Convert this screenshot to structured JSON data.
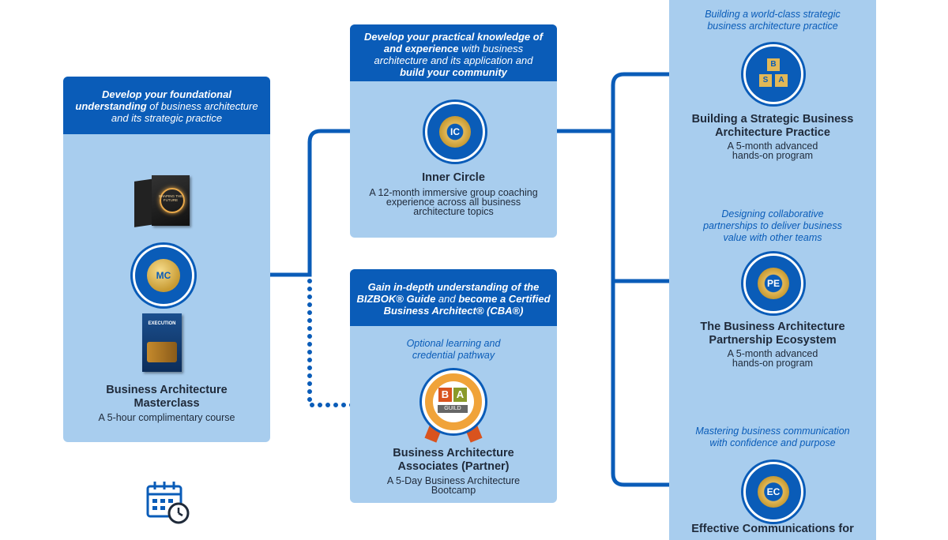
{
  "masterclass": {
    "head_b1": "Develop your foundational",
    "head_b2": "understanding",
    "head_t2": " of business architecture",
    "head_t3": "and its strategic practice",
    "badge": "MC",
    "title1": "Business Architecture",
    "title2": "Masterclass",
    "sub": "A 5-hour complimentary course",
    "book1_title": "SHAPING THE FUTURE",
    "book2_title": "EXECUTION"
  },
  "inner_circle": {
    "head_b1": "Develop your practical knowledge of",
    "head_b2": "and experience",
    "head_t2": " with business",
    "head_t3": "architecture and its application and",
    "head_b4": "build your community",
    "badge": "IC",
    "title": "Inner Circle",
    "sub1": "A 12-month immersive group coaching",
    "sub2": "experience across all business",
    "sub3": "architecture topics"
  },
  "associates": {
    "head_b1": "Gain in-depth understanding of the",
    "head_b2a": "BIZBOK® Guide",
    "head_t2b": " and ",
    "head_b2c": "become a Certified",
    "head_b3": "Business Architect® (CBA®)",
    "optional1": "Optional learning and",
    "optional2": "credential pathway",
    "badge_b": "B",
    "badge_a": "A",
    "badge_guild": "GUILD",
    "title1": "Business Architecture",
    "title2": "Associates (Partner)",
    "sub1": "A 5-Day Business Architecture",
    "sub2": "Bootcamp"
  },
  "right_col": {
    "p1_tag1": "Building a world-class strategic",
    "p1_tag2": "business architecture practice",
    "p1_title1": "Building a Strategic Business",
    "p1_title2": "Architecture Practice",
    "p1_sub1": "A 5-month advanced",
    "p1_sub2": "hands-on program",
    "p1_cube_b": "B",
    "p1_cube_s": "S",
    "p1_cube_a": "A",
    "p2_tag1": "Designing collaborative",
    "p2_tag2": "partnerships to deliver business",
    "p2_tag3": "value with other teams",
    "p2_badge": "PE",
    "p2_title1": "The Business Architecture",
    "p2_title2": "Partnership Ecosystem",
    "p2_sub1": "A 5-month advanced",
    "p2_sub2": "hands-on program",
    "p3_tag1": "Mastering business communication",
    "p3_tag2": "with confidence and purpose",
    "p3_badge": "EC",
    "p3_title": "Effective Communications for"
  },
  "colors": {
    "brand_blue": "#0a5cb8",
    "panel_blue": "#a8cdee",
    "gold": "#d4a83c"
  }
}
